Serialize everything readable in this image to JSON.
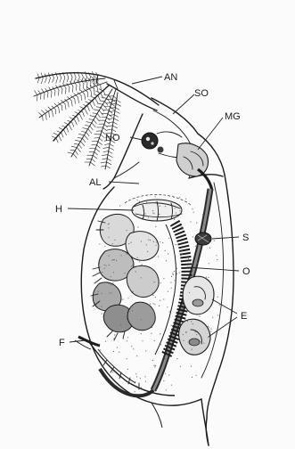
{
  "labels": {
    "AN": "AN",
    "SO": "SO",
    "MG": "MG",
    "NO": "NO",
    "AL": "AL",
    "H": "H",
    "S": "S",
    "O": "O",
    "E": "E",
    "F": "F"
  },
  "colors": {
    "ink": "#1c1c1c",
    "background": "#fbfbfb",
    "shade": "#6b6b6b",
    "dark": "#2a2a2a"
  }
}
